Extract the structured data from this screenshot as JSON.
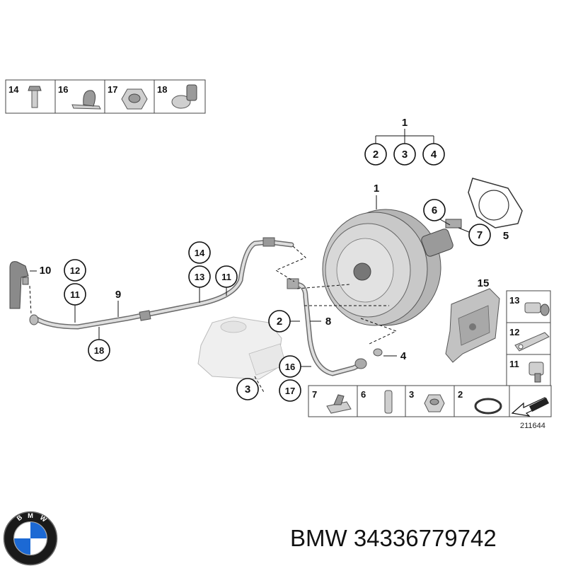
{
  "diagram": {
    "reference_number": "211644",
    "top_legend": [
      {
        "number": "14",
        "icon": "bolt-icon"
      },
      {
        "number": "16",
        "icon": "bracket-clip-icon"
      },
      {
        "number": "17",
        "icon": "hex-nut-icon"
      },
      {
        "number": "18",
        "icon": "hose-clamp-icon"
      }
    ],
    "side_legend": [
      {
        "number": "13",
        "icon": "clamp-bracket-icon"
      },
      {
        "number": "12",
        "icon": "strap-clip-icon"
      },
      {
        "number": "11",
        "icon": "hose-clip-icon"
      }
    ],
    "bottom_legend": [
      {
        "number": "7",
        "icon": "spring-clip-icon"
      },
      {
        "number": "6",
        "icon": "pin-icon"
      },
      {
        "number": "3",
        "icon": "nut-icon"
      },
      {
        "number": "2",
        "icon": "o-ring-icon"
      },
      {
        "number": "",
        "icon": "direction-arrow-icon"
      }
    ],
    "callouts": {
      "c1_top": "1",
      "c2_top": "2",
      "c3_top": "3",
      "c4_top": "4",
      "c1_booster": "1",
      "c6": "6",
      "c7": "7",
      "c5": "5",
      "c15": "15",
      "c4_mid": "4",
      "c8": "8",
      "c2_mid": "2",
      "c16": "16",
      "c17": "17",
      "c3_bottom": "3",
      "c14": "14",
      "c13": "13",
      "c11_mid": "11",
      "c9": "9",
      "c10": "10",
      "c12": "12",
      "c11_left": "11",
      "c18": "18"
    }
  },
  "brand": {
    "name": "BMW",
    "part_number": "34336779742",
    "logo_letters": "BMW",
    "colors": {
      "blue": "#1c69d4",
      "black": "#1a1a1a",
      "white": "#ffffff"
    }
  }
}
